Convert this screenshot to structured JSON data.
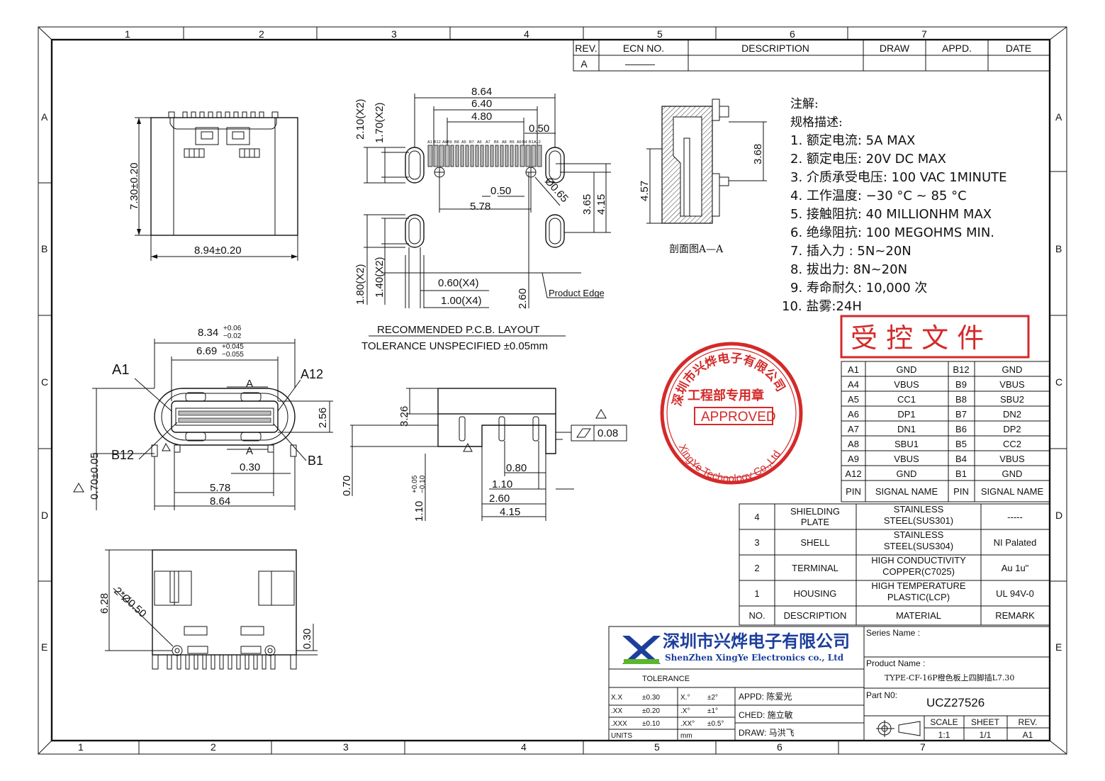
{
  "border": {
    "top_zones": [
      "1",
      "2",
      "3",
      "4",
      "5",
      "6",
      "7"
    ],
    "bottom_zones": [
      "1",
      "2",
      "3",
      "4",
      "5",
      "6",
      "7"
    ],
    "side_zones": [
      "A",
      "B",
      "C",
      "D",
      "E"
    ]
  },
  "revision_table": {
    "headers": [
      "REV.",
      "ECN NO.",
      "DESCRIPTION",
      "DRAW",
      "APPD.",
      "DATE"
    ],
    "row": [
      "A",
      "———",
      "",
      "",
      "",
      ""
    ]
  },
  "top_view": {
    "height_dim": "7.30±0.20",
    "width_dim": "8.94±0.20"
  },
  "pcb_layout": {
    "dims": [
      "8.64",
      "6.40",
      "4.80",
      "0.50",
      "0.50",
      "5.78",
      "2.10(X2)",
      "1.70(X2)",
      "Ø0.65",
      "3.65",
      "4.15",
      "1.80(X2)",
      "1.40(X2)",
      "0.60(X4)",
      "1.00(X4)",
      "2.60"
    ],
    "pin_labels": [
      "A1",
      "B12",
      "A4",
      "B9",
      "B8",
      "A5",
      "B7",
      "A6",
      "A7",
      "B6",
      "A8",
      "B5",
      "A9",
      "B4",
      "B1",
      "A12"
    ],
    "product_edge": "Product Edge",
    "title": "RECOMMENDED   P.C.B.  LAYOUT",
    "tolerance": "TOLERANCE  UNSPECIFIED  ±0.05mm"
  },
  "section_view": {
    "dims": [
      "3.68",
      "4.57"
    ],
    "caption": "剖面图A—A"
  },
  "notes": {
    "title": "注解:",
    "subtitle": "规格描述:",
    "items": [
      "1.  额定电流:  5A  MAX",
      "2.  额定电压:  20V  DC  MAX",
      "3.  介质承受电压:  100  VAC  1MINUTE",
      "4.  工作温度:  −30 °C  ~  85 °C",
      "5.  接触阻抗:  40  MILLIONHM  MAX",
      "6.  绝缘阻抗:  100  MEGOHMS  MIN.",
      "7.  插入力  :  5N~20N",
      "8.  拔出力:  8N~20N",
      "9.  寿命耐久:    10,000  次",
      "10.  盐雾:24H"
    ]
  },
  "controlled_stamp": "受  控  文  件",
  "seal": {
    "top_text": "深圳市兴烨电子有限公司",
    "middle_text": "工程部专用章",
    "approved": "APPROVED",
    "bottom_text": "XingYe Technology Co.,Ltd"
  },
  "front_view": {
    "dims": [
      "8.34",
      "+0.06",
      "−0.02",
      "6.69",
      "+0.045",
      "−0.055",
      "2.56",
      "0.70±0.05",
      "0.30",
      "5.78",
      "8.64",
      "0.70"
    ],
    "labels": [
      "A1",
      "A12",
      "B12",
      "B1",
      "A",
      "A"
    ]
  },
  "side_view": {
    "dims": [
      "3.26",
      "0.08",
      "0.80",
      "1.10",
      "2.60",
      "4.15",
      "1.10",
      "+0.05",
      "−0.10"
    ]
  },
  "bottom_view": {
    "dims": [
      "6.28",
      "2*Ø0.50",
      "0.30"
    ]
  },
  "pin_table": {
    "rows": [
      [
        "A1",
        "GND",
        "B12",
        "GND"
      ],
      [
        "A4",
        "VBUS",
        "B9",
        "VBUS"
      ],
      [
        "A5",
        "CC1",
        "B8",
        "SBU2"
      ],
      [
        "A6",
        "DP1",
        "B7",
        "DN2"
      ],
      [
        "A7",
        "DN1",
        "B6",
        "DP2"
      ],
      [
        "A8",
        "SBU1",
        "B5",
        "CC2"
      ],
      [
        "A9",
        "VBUS",
        "B4",
        "VBUS"
      ],
      [
        "A12",
        "GND",
        "B1",
        "GND"
      ]
    ],
    "header": [
      "PIN",
      "SIGNAL NAME",
      "PIN",
      "SIGNAL NAME"
    ]
  },
  "bom": {
    "rows": [
      {
        "no": "4",
        "desc": [
          "SHIELDING",
          "PLATE"
        ],
        "mat": [
          "STAINLESS",
          "STEEL(SUS301)"
        ],
        "remark": "-----"
      },
      {
        "no": "3",
        "desc": [
          "SHELL"
        ],
        "mat": [
          "STAINLESS",
          "STEEL(SUS304)"
        ],
        "remark": "NI  Palated"
      },
      {
        "no": "2",
        "desc": [
          "TERMINAL"
        ],
        "mat": [
          "HIGH  CONDUCTIVITY",
          "COPPER(C7025)"
        ],
        "remark": "Au  1u\""
      },
      {
        "no": "1",
        "desc": [
          "HOUSING"
        ],
        "mat": [
          "HIGH  TEMPERATURE",
          "PLASTIC(LCP)"
        ],
        "remark": "UL  94V-0"
      }
    ],
    "header": [
      "NO.",
      "DESCRIPTION",
      "MATERIAL",
      "REMARK"
    ]
  },
  "title_block": {
    "company_cn": "深圳市兴烨电子有限公司",
    "company_en": "ShenZhen XingYe Electronics co., Ltd",
    "tolerance_label": "TOLERANCE",
    "tol_rows": [
      [
        "X.X",
        "±0.30",
        "X.°",
        "±2°"
      ],
      [
        ".XX",
        "±0.20",
        ".X°",
        "±1°"
      ],
      [
        ".XXX",
        "±0.10",
        ".XX°",
        "±0.5°"
      ]
    ],
    "units_label": "UNITS",
    "units_value": "mm",
    "appd": "APPD:  陈爱光",
    "ched": "CHED:  施立敏",
    "draw": "DRAW:  马洪飞",
    "series_label": "Series Name :",
    "product_label": "Product Name :",
    "product_name": "TYPE-CF-16P橙色板上四脚插L7.30",
    "part_label": "Part N0:",
    "part_no": "UCZ27526",
    "scale_label": "SCALE",
    "scale": "1:1",
    "sheet_label": "SHEET",
    "sheet": "1/1",
    "rev_label": "REV.",
    "rev": "A1"
  },
  "colors": {
    "stamp_red": "#d42a2a",
    "logo_blue": "#1d3f9c",
    "logo_green": "#5bb52e"
  }
}
